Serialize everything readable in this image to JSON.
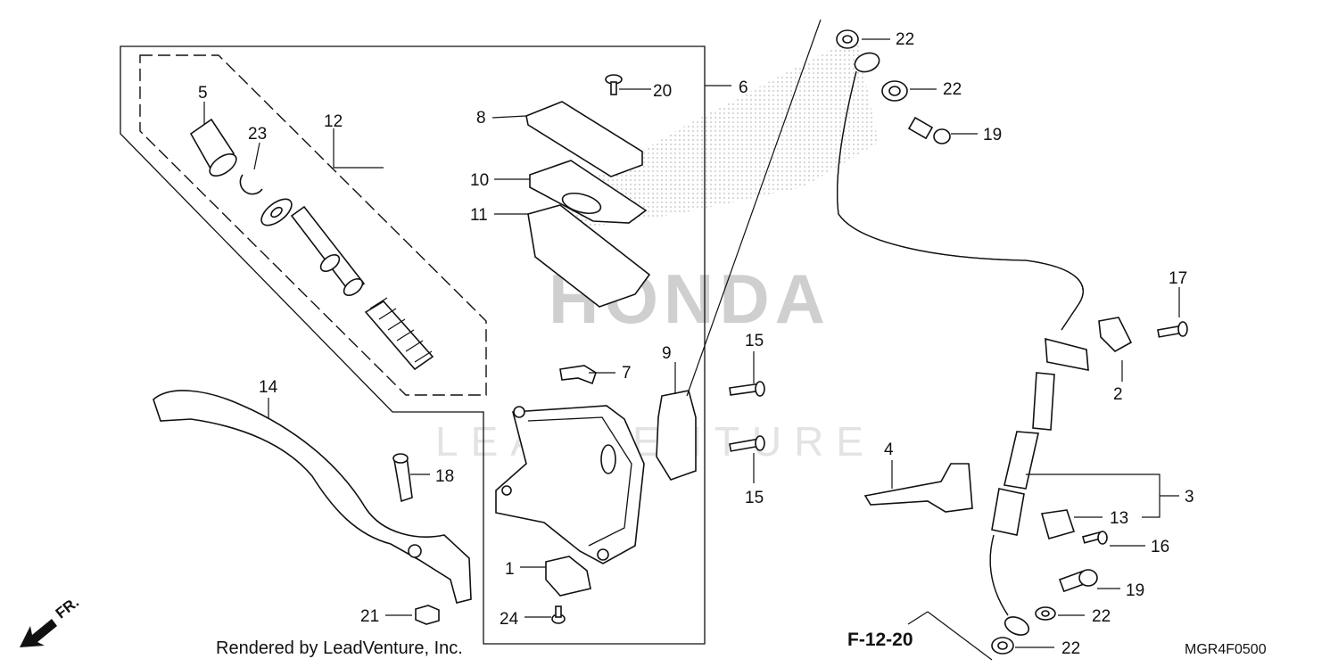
{
  "watermark": {
    "brand": "HONDA",
    "leadventure": "LEADVENTURE"
  },
  "footer": {
    "credit": "Rendered by LeadVenture, Inc.",
    "ref_arrow": "F-12-20",
    "diagram_code": "MGR4F0500",
    "direction": "FR."
  },
  "callouts": {
    "c1": "1",
    "c2": "2",
    "c3": "3",
    "c4": "4",
    "c5": "5",
    "c6": "6",
    "c7": "7",
    "c8": "8",
    "c9": "9",
    "c10": "10",
    "c11": "11",
    "c12": "12",
    "c13": "13",
    "c14": "14",
    "c15a": "15",
    "c15b": "15",
    "c16": "16",
    "c17": "17",
    "c18": "18",
    "c19a": "19",
    "c19b": "19",
    "c20": "20",
    "c21": "21",
    "c22a": "22",
    "c22b": "22",
    "c22c": "22",
    "c22d": "22",
    "c23": "23",
    "c24": "24"
  },
  "colors": {
    "line": "#111111",
    "watermark": "#cfcfcf"
  }
}
